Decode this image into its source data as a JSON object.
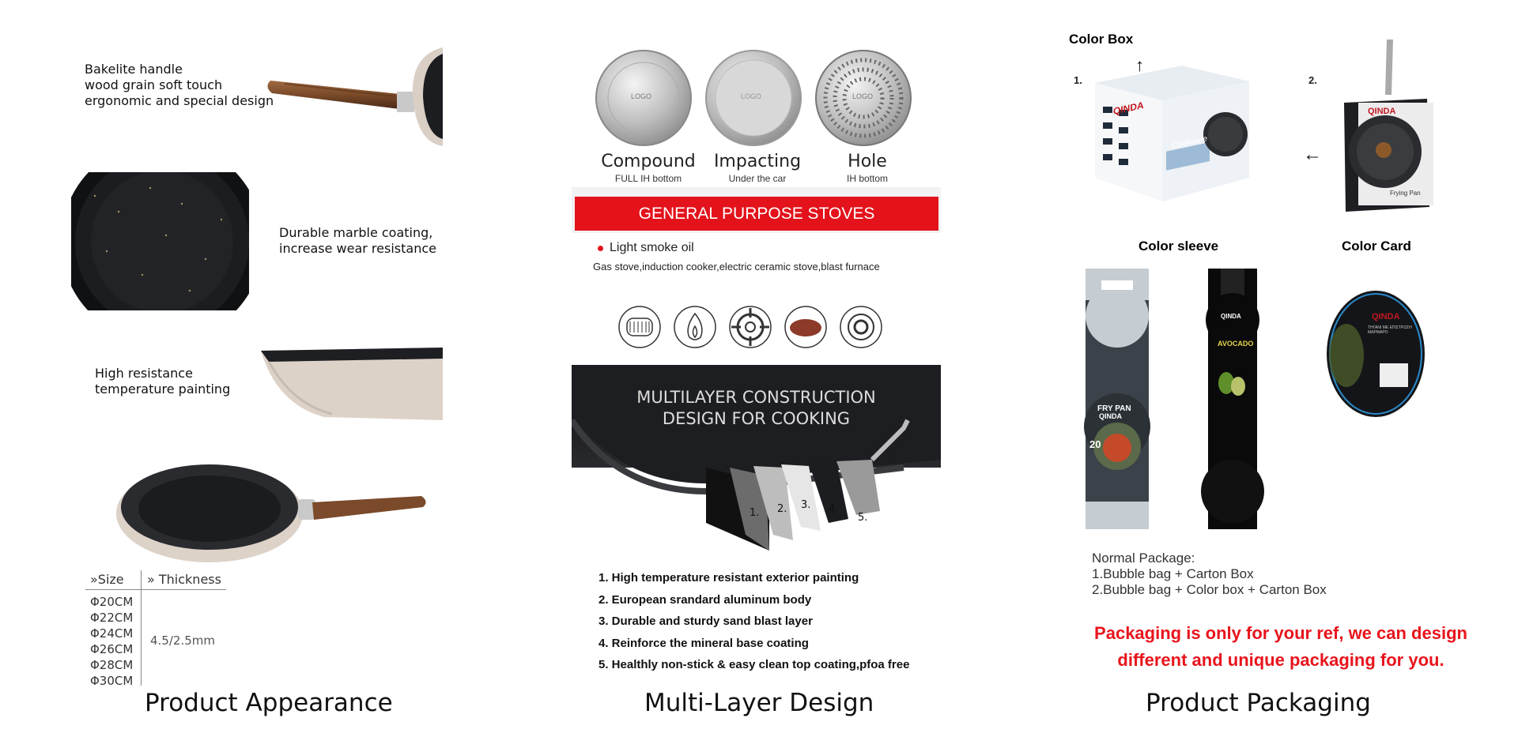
{
  "appearance": {
    "features": [
      {
        "text": "Bakelite handle\nwood grain soft touch\nergonomic and special design"
      },
      {
        "text": "Durable marble coating,\nincrease wear resistance"
      },
      {
        "text": "High resistance\ntemperature painting"
      }
    ],
    "size_header": "Size",
    "thickness_header": "Thickness",
    "sizes": [
      "Φ20CM",
      "Φ22CM",
      "Φ24CM",
      "Φ26CM",
      "Φ28CM",
      "Φ30CM"
    ],
    "thickness": "4.5/2.5mm",
    "caption": "Product Appearance"
  },
  "multilayer": {
    "bottoms": [
      {
        "name": "Compound",
        "sub": "FULL IH bottom",
        "logo": "LOGO"
      },
      {
        "name": "Impacting",
        "sub": "Under the car",
        "logo": "LOGO"
      },
      {
        "name": "Hole",
        "sub": "IH bottom",
        "logo": "LOGO"
      }
    ],
    "banner": "GENERAL PURPOSE STOVES",
    "bullet": "Light smoke oil",
    "stoves": "Gas stove,induction cooker,electric ceramic stove,blast furnace",
    "stove_icons": [
      "induction-coil-icon",
      "flame-icon",
      "gas-burner-icon",
      "ceramic-plate-icon",
      "hob-icon"
    ],
    "construction_title_1": "MULTILAYER CONSTRUCTION",
    "construction_title_2": "DESIGN FOR COOKING",
    "layer_numbers": [
      "1.",
      "2.",
      "3.",
      "4.",
      "5."
    ],
    "layers": [
      "1. High temperature resistant exterior painting",
      "2. European srandard aluminum body",
      "3. Durable and sturdy sand blast layer",
      "4. Reinforce the mineral base coating",
      "5. Healthly non-stick & easy clean top coating,pfoa free"
    ],
    "caption": "Multi-Layer Design"
  },
  "packaging": {
    "color_box": "Color Box",
    "num1": "1.",
    "num2": "2.",
    "brand": "QINDA",
    "box_tag": "Cookware",
    "product_label": "Frying Pan",
    "color_sleeve": "Color sleeve",
    "color_card": "Color Card",
    "sleeve_fry_pan": "FRY PAN",
    "sleeve_avocado": "AVOCADO",
    "sleeve_size": "20",
    "card_greek": "ΤΗΓΑΝΙ ΜΕ ΕΠΙΣΤΡΩΣΗ ΜΑΡΜΑΡΟ",
    "normal_title": "Normal Package:",
    "normal_lines": [
      "1.Bubble bag + Carton Box",
      "2.Bubble bag + Color box + Carton Box"
    ],
    "note_line1": "Packaging is only for your ref, we can design",
    "note_line2": "different and unique packaging for you.",
    "caption": "Product Packaging"
  },
  "colors": {
    "red": "#e8141c",
    "banner": "#e3121b",
    "pan_dark": "#1c1d20",
    "pan_beige": "#ddd2c8",
    "wood": "#7a4a2a"
  }
}
